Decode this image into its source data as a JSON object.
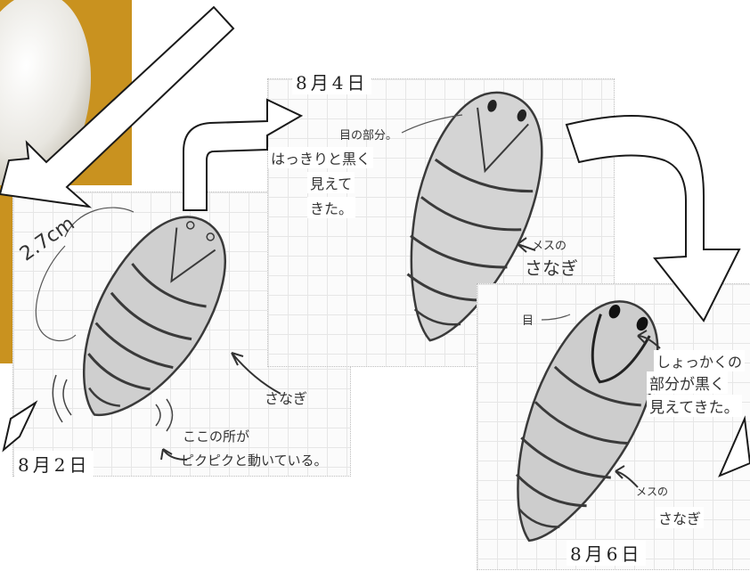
{
  "stages": [
    {
      "date": "8月2日",
      "notes": {
        "length": "2.7cm",
        "pupa": "さなぎ",
        "moving_1": "ここの所が",
        "moving_2": "ピクピクと動いている。"
      }
    },
    {
      "date": "8月4日",
      "notes": {
        "eye_part": "目の部分。",
        "line1": "はっきりと黒く",
        "line2": "見えて",
        "line3": "きた。",
        "female_1": "メスの",
        "female_2": "さなぎ"
      }
    },
    {
      "date": "8月6日",
      "notes": {
        "eye": "目",
        "line1": "しょっかくの",
        "line2": "部分が黒く",
        "line3": "見えてきた。",
        "female_1": "メスの",
        "female_2": "さなぎ"
      }
    }
  ],
  "colors": {
    "cocoon_bg": "#c9921f",
    "pencil": "#3a3a3a",
    "arrow_outline": "#1a1a1a"
  }
}
